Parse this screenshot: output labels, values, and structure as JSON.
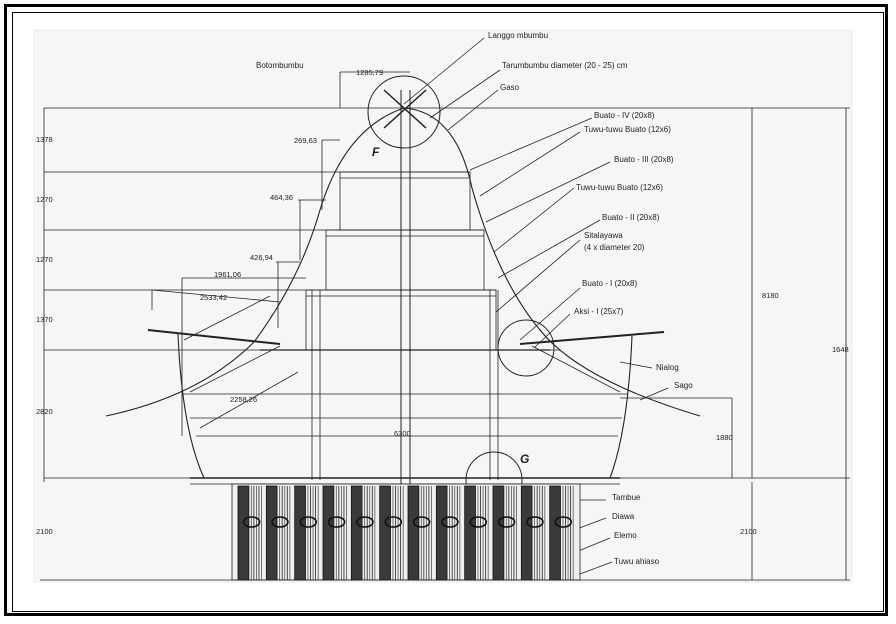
{
  "labels": {
    "langgo_mbumbu": "Langgo mbumbu",
    "botombumbu": "Botombumbu",
    "tarumbumbu": "Tarumbumbu diameter (20 - 25) cm",
    "gaso": "Gaso",
    "buato_iv": "Buato - IV (20x8)",
    "tuwu_tuwu_1": "Tuwu-tuwu Buato (12x6)",
    "buato_iii": "Buato - III (20x8)",
    "tuwu_tuwu_2": "Tuwu-tuwu Buato (12x6)",
    "buato_ii": "Buato - II (20x8)",
    "sitalayawa": "Sitalayawa",
    "sitalayawa_diam": "(4 x diameter 20)",
    "buato_i": "Buato - I (20x8)",
    "aksi_i": "Aksi - I (25x7)",
    "nialog": "Nialog",
    "sago": "Sago",
    "tambue": "Tambue",
    "diawa": "Diawa",
    "elemo": "Elemo",
    "tuwu_ahiaso": "Tuwu ahiaso"
  },
  "dims": {
    "d1285": "1285,79",
    "d269": "269,63",
    "d464": "464,36",
    "d426": "426,94",
    "d1961": "1961,06",
    "d2533": "2533,42",
    "d2258": "2258,26",
    "d8180": "8180",
    "d1648": "1648",
    "d1880": "1880",
    "d6300": "6300",
    "d2100l": "2100",
    "d2100r": "2100",
    "l1378": "1378",
    "l1270a": "1270",
    "l1270b": "1270",
    "l1370": "1370",
    "l2820": "2820"
  },
  "markers": {
    "f": "F",
    "g": "G"
  }
}
